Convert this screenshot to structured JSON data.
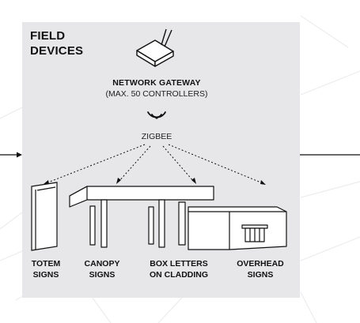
{
  "section": {
    "title_line1": "FIELD",
    "title_line2": "DEVICES"
  },
  "gateway": {
    "title": "NETWORK GATEWAY",
    "subtitle": "(MAX. 50 CONTROLLERS)"
  },
  "protocol": {
    "label": "ZIGBEE",
    "icon": "wireless-signal-icon"
  },
  "devices": [
    {
      "line1": "TOTEM",
      "line2": "SIGNS"
    },
    {
      "line1": "CANOPY",
      "line2": "SIGNS"
    },
    {
      "line1": "BOX LETTERS",
      "line2": "ON CLADDING"
    },
    {
      "line1": "OVERHEAD",
      "line2": "SIGNS"
    }
  ],
  "colors": {
    "panel": "#e7e7e9",
    "ink": "#111111",
    "map_lines": "#ececee"
  }
}
